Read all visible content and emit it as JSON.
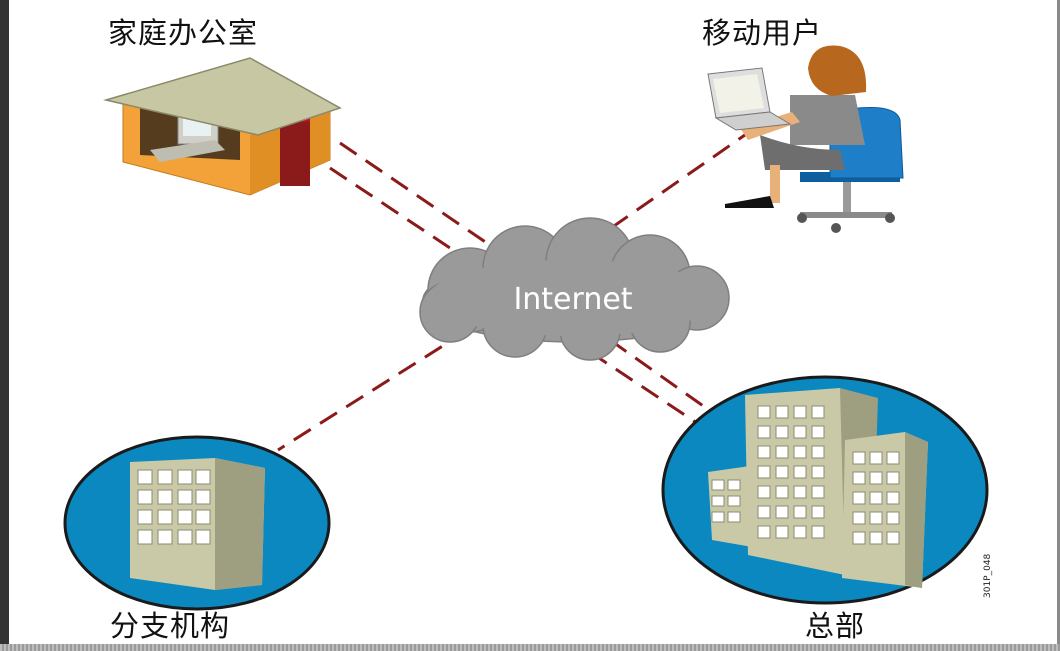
{
  "nodes": {
    "home_office": "家庭办公室",
    "mobile_user": "移动用户",
    "branch_office": "分支机构",
    "headquarters": "总部"
  },
  "cloud": {
    "label": "Internet"
  },
  "figure_code": "301P_048",
  "colors": {
    "link_line": "#8b1a1a",
    "site_circle": "#0a88bf",
    "cloud": "#9a9a9a",
    "building": "#c9c9a8"
  },
  "icons": [
    "house-icon",
    "laptop-user-icon",
    "cloud-icon",
    "building-icon"
  ]
}
